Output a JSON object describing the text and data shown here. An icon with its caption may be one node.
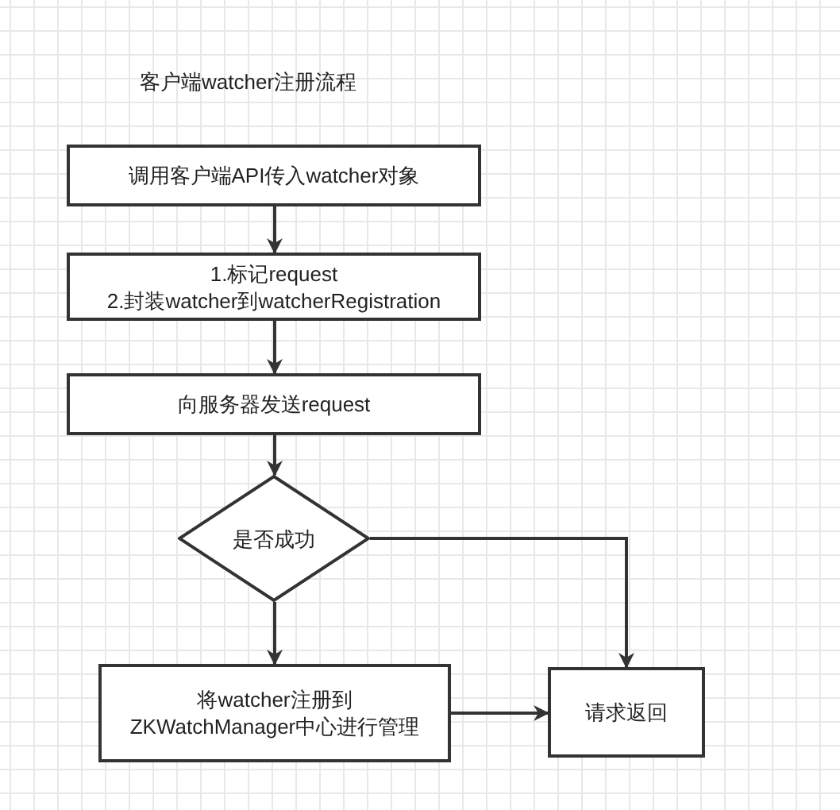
{
  "diagram": {
    "title": "客户端watcher注册流程",
    "nodes": [
      {
        "text": [
          "调用客户端API传入watcher对象"
        ]
      },
      {
        "text": [
          "1.标记request",
          "2.封装watcher到watcherRegistration"
        ]
      },
      {
        "text": [
          "向服务器发送request"
        ]
      },
      {
        "text": [
          "是否成功"
        ]
      },
      {
        "text": [
          "将watcher注册到ZKWatchManager中心进行管理"
        ]
      },
      {
        "text": [
          "请求返回"
        ]
      }
    ],
    "edges": [
      {
        "from": 0,
        "to": 1,
        "arrow": "to"
      },
      {
        "from": 1,
        "to": 2,
        "arrow": "to"
      },
      {
        "from": 2,
        "to": 3,
        "arrow": "to"
      },
      {
        "from": 3,
        "to": 4,
        "arrow": "to"
      },
      {
        "from": 3,
        "to": 5,
        "arrow": "to"
      },
      {
        "from": 4,
        "to": 5,
        "arrow": "to"
      }
    ]
  }
}
